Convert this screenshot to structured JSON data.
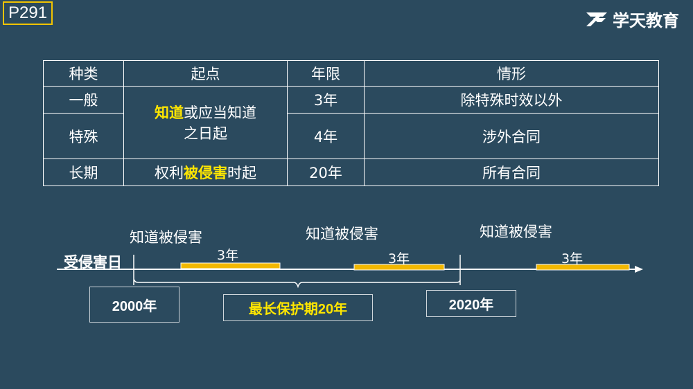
{
  "page_tag": "P291",
  "brand": {
    "name": "学天教育"
  },
  "table": {
    "headers": [
      "种类",
      "起点",
      "年限",
      "情形"
    ],
    "rows": {
      "general": {
        "type": "一般",
        "years": "3年",
        "situation": "除特殊时效以外"
      },
      "special": {
        "type": "特殊",
        "years": "4年",
        "situation": "涉外合同"
      },
      "long": {
        "type": "长期",
        "years": "20年",
        "situation": "所有合同"
      }
    },
    "start_merged": {
      "hl": "知道",
      "rest_line1": "或应当知道",
      "line2": "之日起"
    },
    "long_start": {
      "pre": "权利",
      "hl": "被侵害",
      "post": "时起"
    }
  },
  "timeline": {
    "axis_label": "受侵害日",
    "event_label": "知道被侵害",
    "period_label": "3年",
    "start_year": "2000年",
    "end_year": "2020年",
    "max_period": "最长保护期20年"
  },
  "colors": {
    "background": "#2b4a5e",
    "highlight": "#ffe600",
    "bar": "#f2b800"
  }
}
